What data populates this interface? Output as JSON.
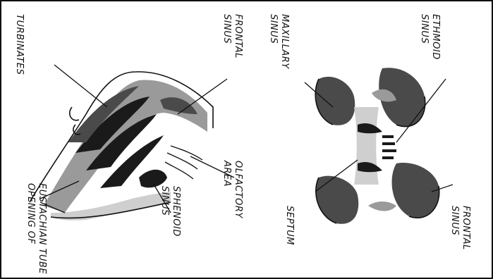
{
  "labels": {
    "turbinates": "TURBINATES",
    "frontal_sinus_left_1": "FRONTAL",
    "frontal_sinus_left_2": "SINUS",
    "maxillary_1": "MAXILLARY",
    "maxillary_2": "SINUS",
    "ethmoid_1": "ETHMOID",
    "ethmoid_2": "SINUS",
    "olfactory_1": "OLFACTORY",
    "olfactory_2": "AREA",
    "sphenoid_1": "SPHENOID",
    "sphenoid_2": "SINUS",
    "septum": "SEPTUM",
    "frontal_sinus_right_1": "FRONTAL",
    "frontal_sinus_right_2": "SINUS",
    "eustachian_1": "OPENING OF",
    "eustachian_2": "EUSTACHIAN TUBE"
  },
  "colors": {
    "ink": "#111111",
    "dark_shade": "#4a4a4a",
    "mid_shade": "#9a9a9a",
    "light_shade": "#cfcfcf",
    "paper": "#ffffff"
  }
}
